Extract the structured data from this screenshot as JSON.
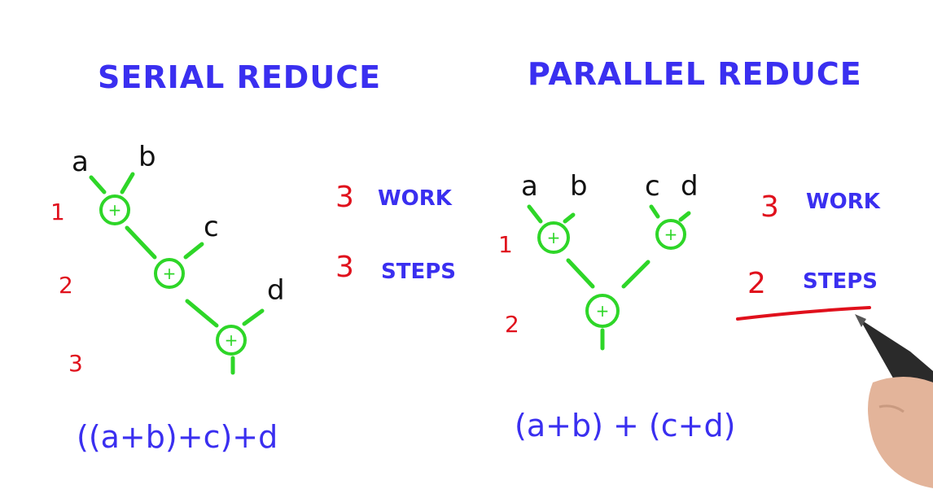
{
  "serial": {
    "title": "SERIAL REDUCE",
    "leaves": {
      "a": "a",
      "b": "b",
      "c": "c",
      "d": "d"
    },
    "step_labels": [
      "1",
      "2",
      "3"
    ],
    "node_symbol": "+",
    "work": {
      "value": "3",
      "label": "WORK"
    },
    "steps": {
      "value": "3",
      "label": "STEPS"
    },
    "expression": "((a+b)+c)+d"
  },
  "parallel": {
    "title": "PARALLEL REDUCE",
    "leaves": {
      "a": "a",
      "b": "b",
      "c": "c",
      "d": "d"
    },
    "step_labels": [
      "1",
      "2"
    ],
    "node_symbol": "+",
    "work": {
      "value": "3",
      "label": "WORK"
    },
    "steps": {
      "value": "2",
      "label": "STEPS"
    },
    "expression": "(a+b) + (c+d)"
  },
  "colors": {
    "title_blue": "#3a2ff0",
    "step_red": "#e0101c",
    "tree_green": "#2ed628",
    "leaf_black": "#111111"
  }
}
